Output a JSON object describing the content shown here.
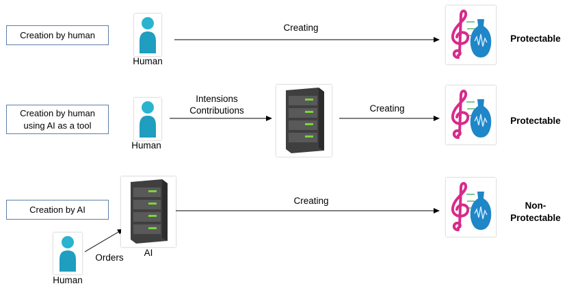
{
  "rows": [
    {
      "box_lines": [
        "Creation by human"
      ],
      "actor": "Human",
      "arrow_label": "Creating",
      "result": [
        "Protectable"
      ]
    },
    {
      "box_lines": [
        "Creation by human",
        "using AI as a tool"
      ],
      "actor": "Human",
      "input_label": [
        "Intensions",
        "Contributions"
      ],
      "arrow_label": "Creating",
      "result": [
        "Protectable"
      ]
    },
    {
      "box_lines": [
        "Creation by AI"
      ],
      "actor": "AI",
      "orders_label": "Orders",
      "human_label": "Human",
      "arrow_label": "Creating",
      "result": [
        "Non-",
        "Protectable"
      ]
    }
  ],
  "colors": {
    "box_border": "#5b7ea8",
    "person_head": "#29b3cf",
    "person_body": "#1f9ec0",
    "server": "#4a4a4a",
    "server_light": "#7ad63a",
    "music_clef": "#d82a8a",
    "music_vase": "#1f86c8"
  },
  "icons": [
    "person-icon",
    "server-icon",
    "music-creation-icon"
  ]
}
